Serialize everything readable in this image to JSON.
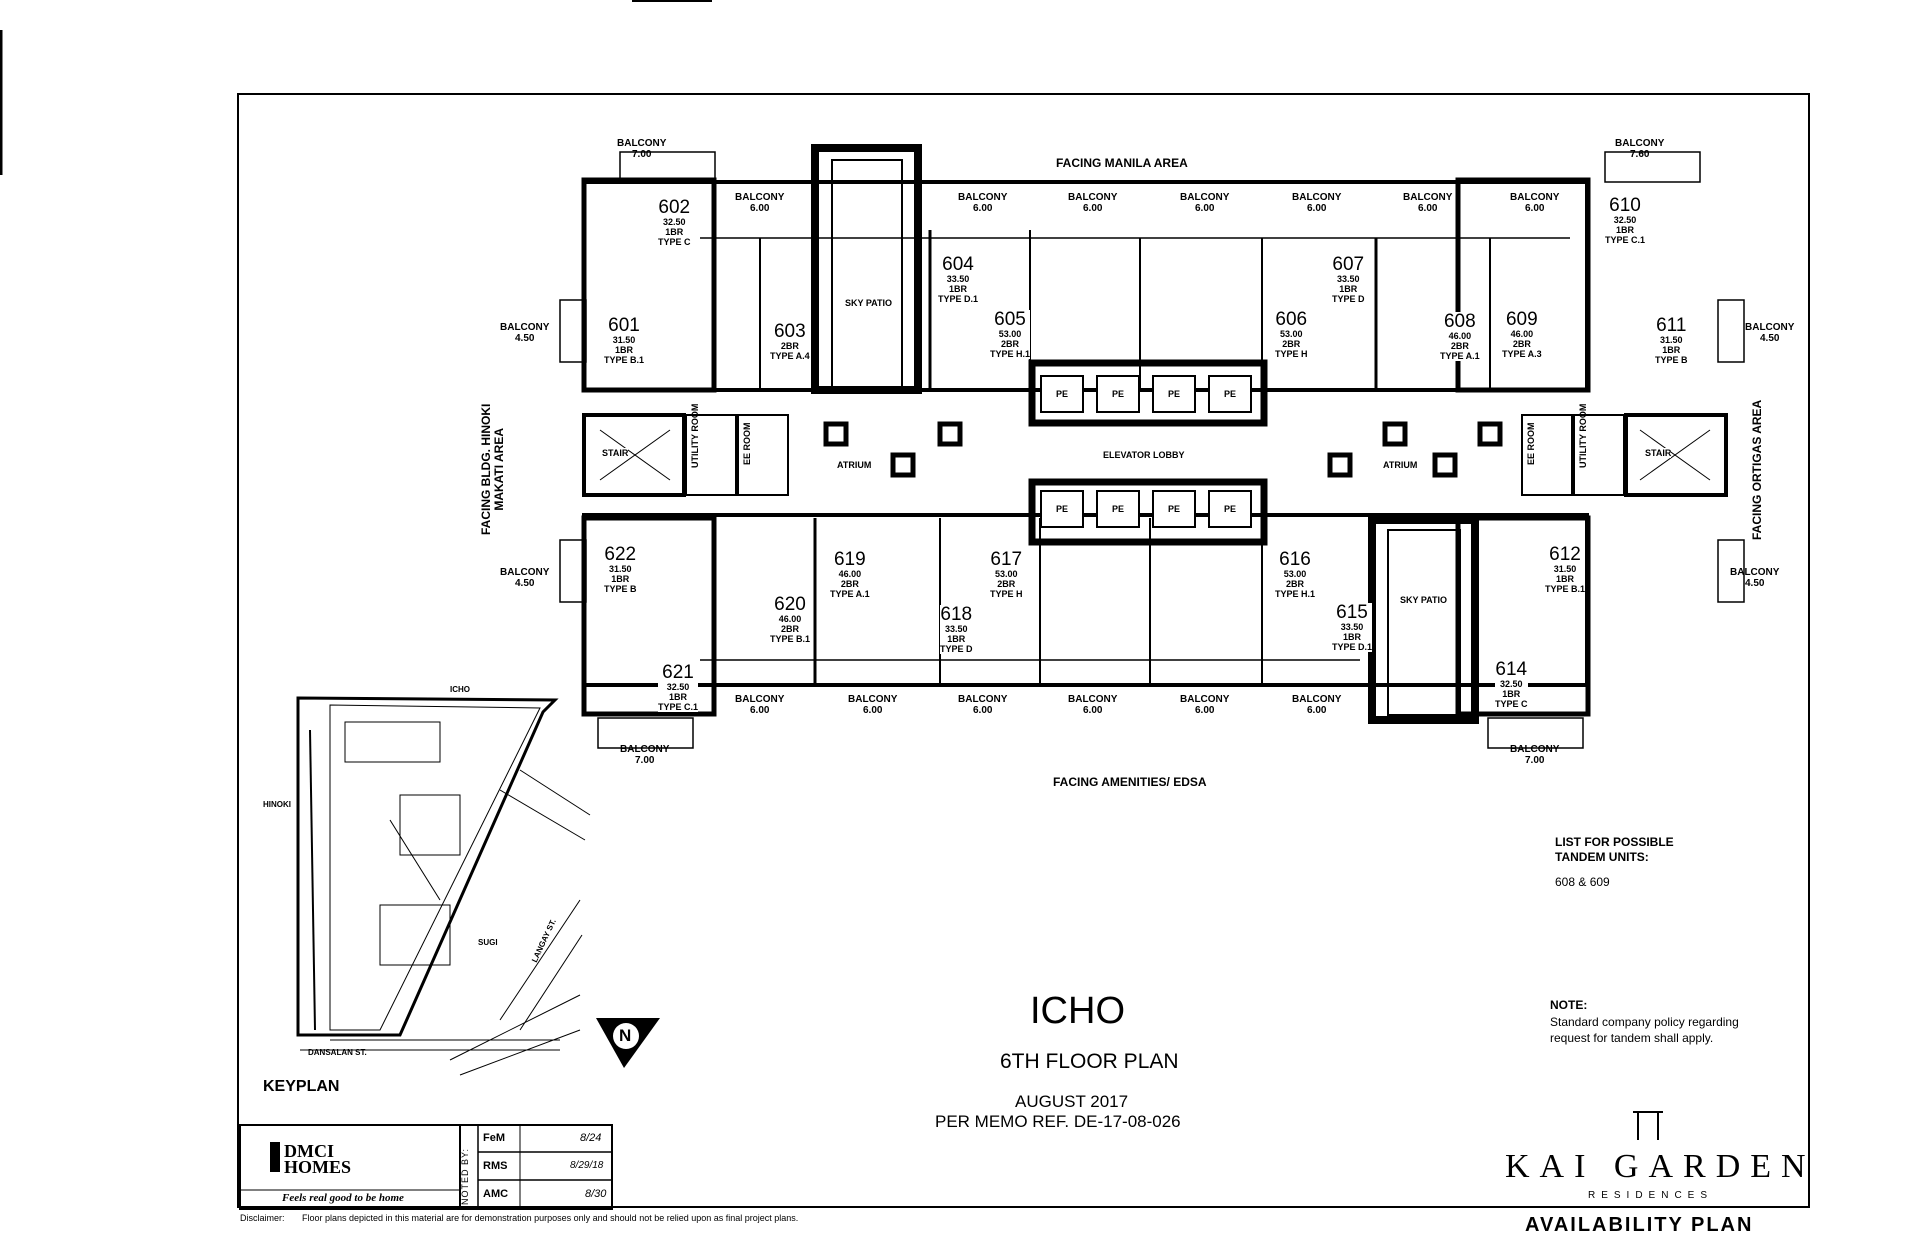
{
  "facing": {
    "north": "FACING MANILA AREA",
    "south": "FACING AMENITIES/ EDSA",
    "west_line1": "FACING BLDG. HINOKI",
    "west_line2": "MAKATI AREA",
    "east": "FACING ORTIGAS AREA"
  },
  "common_areas": {
    "sky_patio": "SKY PATIO",
    "elevator_lobby": "ELEVATOR LOBBY",
    "atrium": "ATRIUM",
    "utility_room": "UTILITY ROOM",
    "ee_room": "EE ROOM",
    "stair": "STAIR",
    "pe": "PE"
  },
  "balconies": {
    "label": "BALCONY",
    "b602": "7.00",
    "b610": "7.60",
    "b601": "4.50",
    "b611": "4.50",
    "b622": "4.50",
    "b612": "4.50",
    "b621": "7.00",
    "b614": "7.00",
    "six": "6.00"
  },
  "units": [
    {
      "id": "602",
      "area": "32.50",
      "br": "1BR",
      "type": "TYPE C"
    },
    {
      "id": "601",
      "area": "31.50",
      "br": "1BR",
      "type": "TYPE B.1"
    },
    {
      "id": "603",
      "area": "",
      "br": "2BR",
      "type": "TYPE A.4"
    },
    {
      "id": "604",
      "area": "33.50",
      "br": "1BR",
      "type": "TYPE D.1"
    },
    {
      "id": "605",
      "area": "53.00",
      "br": "2BR",
      "type": "TYPE H.1"
    },
    {
      "id": "606",
      "area": "53.00",
      "br": "2BR",
      "type": "TYPE H"
    },
    {
      "id": "607",
      "area": "33.50",
      "br": "1BR",
      "type": "TYPE D"
    },
    {
      "id": "608",
      "area": "46.00",
      "br": "2BR",
      "type": "TYPE A.1"
    },
    {
      "id": "609",
      "area": "46.00",
      "br": "2BR",
      "type": "TYPE A.3"
    },
    {
      "id": "610",
      "area": "32.50",
      "br": "1BR",
      "type": "TYPE C.1"
    },
    {
      "id": "611",
      "area": "31.50",
      "br": "1BR",
      "type": "TYPE B"
    },
    {
      "id": "622",
      "area": "31.50",
      "br": "1BR",
      "type": "TYPE B"
    },
    {
      "id": "621",
      "area": "32.50",
      "br": "1BR",
      "type": "TYPE C.1"
    },
    {
      "id": "620",
      "area": "46.00",
      "br": "2BR",
      "type": "TYPE B.1"
    },
    {
      "id": "619",
      "area": "46.00",
      "br": "2BR",
      "type": "TYPE A.1"
    },
    {
      "id": "617",
      "area": "53.00",
      "br": "2BR",
      "type": "TYPE H"
    },
    {
      "id": "618",
      "area": "33.50",
      "br": "1BR",
      "type": "TYPE D"
    },
    {
      "id": "616",
      "area": "53.00",
      "br": "2BR",
      "type": "TYPE H.1"
    },
    {
      "id": "615",
      "area": "33.50",
      "br": "1BR",
      "type": "TYPE D.1"
    },
    {
      "id": "612",
      "area": "31.50",
      "br": "1BR",
      "type": "TYPE B.1"
    },
    {
      "id": "614",
      "area": "32.50",
      "br": "1BR",
      "type": "TYPE C"
    }
  ],
  "keyplan": {
    "label": "KEYPLAN",
    "icho": "ICHO",
    "hinoki": "HINOKI",
    "sugi": "SUGI",
    "street1": "DANSALAN ST.",
    "street2": "LANGAY ST."
  },
  "title": {
    "project": "ICHO",
    "floor": "6TH FLOOR PLAN",
    "date": "AUGUST 2017",
    "memo": "PER MEMO REF. DE-17-08-026"
  },
  "tandem": {
    "heading1": "LIST FOR POSSIBLE",
    "heading2": "TANDEM UNITS:",
    "units": "608 & 609"
  },
  "note": {
    "heading": "NOTE:",
    "line1": "Standard company policy regarding",
    "line2": "request for tandem shall apply."
  },
  "brand": {
    "dmci_line1": "DMCI",
    "dmci_line2": "HOMES",
    "tagline": "Feels real good to be home",
    "kai": "KAI GARDEN",
    "residences": "RESIDENCES",
    "availability": "AVAILABILITY PLAN"
  },
  "noted_by": {
    "label": "NOTED BY:",
    "rows": [
      {
        "initials": "FeM",
        "date": "8/24"
      },
      {
        "initials": "RMS",
        "date": "8/29/18"
      },
      {
        "initials": "AMC",
        "date": "8/30"
      }
    ]
  },
  "disclaimer": {
    "label": "Disclaimer:",
    "text": "Floor plans depicted in this material are for demonstration purposes only and should not be relied upon as final project plans."
  },
  "north_letter": "N"
}
